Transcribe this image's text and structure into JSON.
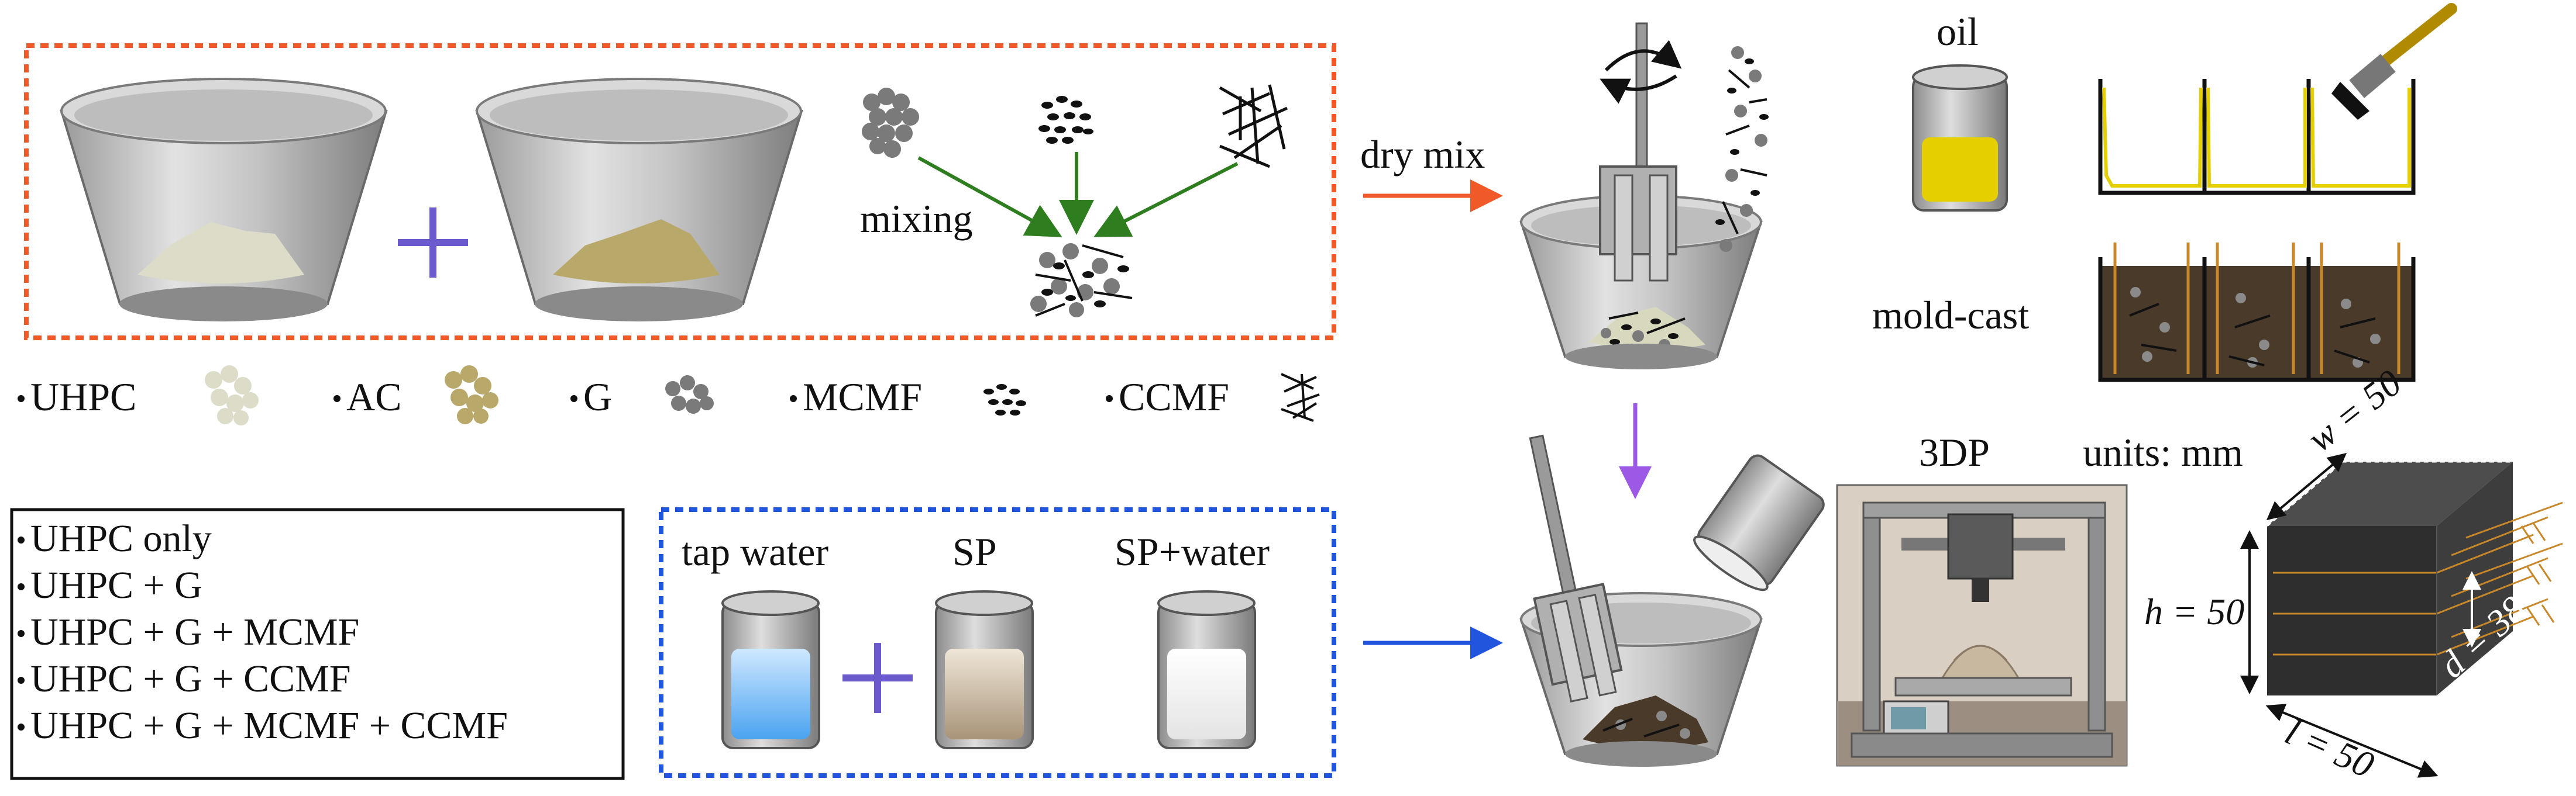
{
  "materials_legend": [
    {
      "label": "UHPC",
      "icon": "uhpc-particles-icon",
      "color": "#dcdcc8"
    },
    {
      "label": "AC",
      "icon": "ac-particles-icon",
      "color": "#b8a86a"
    },
    {
      "label": "G",
      "icon": "graphite-particles-icon",
      "color": "#808080"
    },
    {
      "label": "MCMF",
      "icon": "mcmf-particles-icon",
      "color": "#111111"
    },
    {
      "label": "CCMF",
      "icon": "ccmf-fibers-icon",
      "color": "#111111"
    }
  ],
  "labels": {
    "mixing": "mixing",
    "dry_mix": "dry mix",
    "oil": "oil",
    "mold_cast": "mold-cast",
    "tap_water": "tap water",
    "sp": "SP",
    "sp_water": "SP+water",
    "printing": "3DP",
    "units": "units: mm"
  },
  "mix_groups": [
    "UHPC only",
    "UHPC + G",
    "UHPC + G + MCMF",
    "UHPC + G + CCMF",
    "UHPC + G + MCMF + CCMF"
  ],
  "specimen_dims": {
    "w": "w = 50",
    "h": "h = 50",
    "l": "l = 50",
    "d": "d = 38"
  },
  "colors": {
    "orange_box": "#f05a28",
    "blue_box": "#2255dd",
    "green_arrows": "#2e7d1e",
    "plus_sign": "#6a5acd",
    "purple_arrow": "#9b59e6",
    "oil": "#e6cf00",
    "copper_wire": "#c8882a"
  }
}
